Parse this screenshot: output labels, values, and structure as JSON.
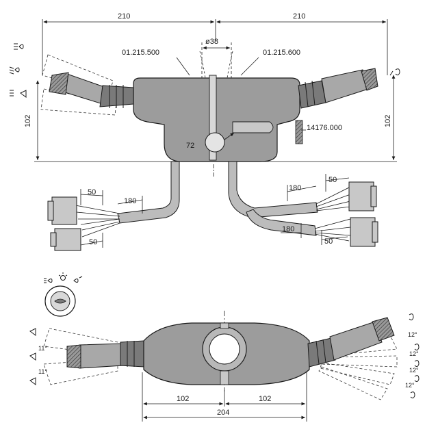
{
  "top_view": {
    "dimensions": {
      "left_span": "210",
      "right_span": "210",
      "bore": "ø38",
      "height_left": "102",
      "height_right": "102",
      "lever_angle": "72"
    },
    "part_numbers": {
      "left_switch": "01.215.500",
      "right_switch": "01.215.600",
      "side_module": "14176.000"
    },
    "harness": {
      "left_lead_a": "50",
      "left_lead_b": "180",
      "left_lead_c": "50",
      "right_lead_a": "180",
      "right_lead_b": "50",
      "right_lead_c": "180",
      "right_lead_d": "50"
    }
  },
  "bottom_view": {
    "dimensions": {
      "half_left": "102",
      "half_right": "102",
      "total_width": "204",
      "left_angle_a": "11°",
      "left_angle_b": "11°",
      "right_angle_a": "12°",
      "right_angle_b": "12°",
      "right_angle_c": "12°",
      "right_angle_d": "12°"
    }
  }
}
